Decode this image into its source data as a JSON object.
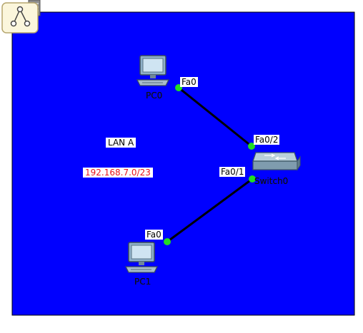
{
  "canvas": {
    "background_color": "#0000ff",
    "border_color": "#000000",
    "link_color": "#000000",
    "port_dot_color": "#22dd22"
  },
  "toolbar": {
    "icon": "logical-topology-icon"
  },
  "annotations": {
    "lan_label": "LAN A",
    "network_label": "192.168.7.0/23",
    "network_label_color": "#e8131b"
  },
  "devices": {
    "pc0": {
      "name": "PC0",
      "icon": "pc-icon",
      "port": "Fa0"
    },
    "pc1": {
      "name": "PC1",
      "icon": "pc-icon",
      "port": "Fa0"
    },
    "switch0": {
      "name": "Switch0",
      "icon": "switch-icon",
      "ports": [
        "Fa0/2",
        "Fa0/1"
      ]
    }
  }
}
